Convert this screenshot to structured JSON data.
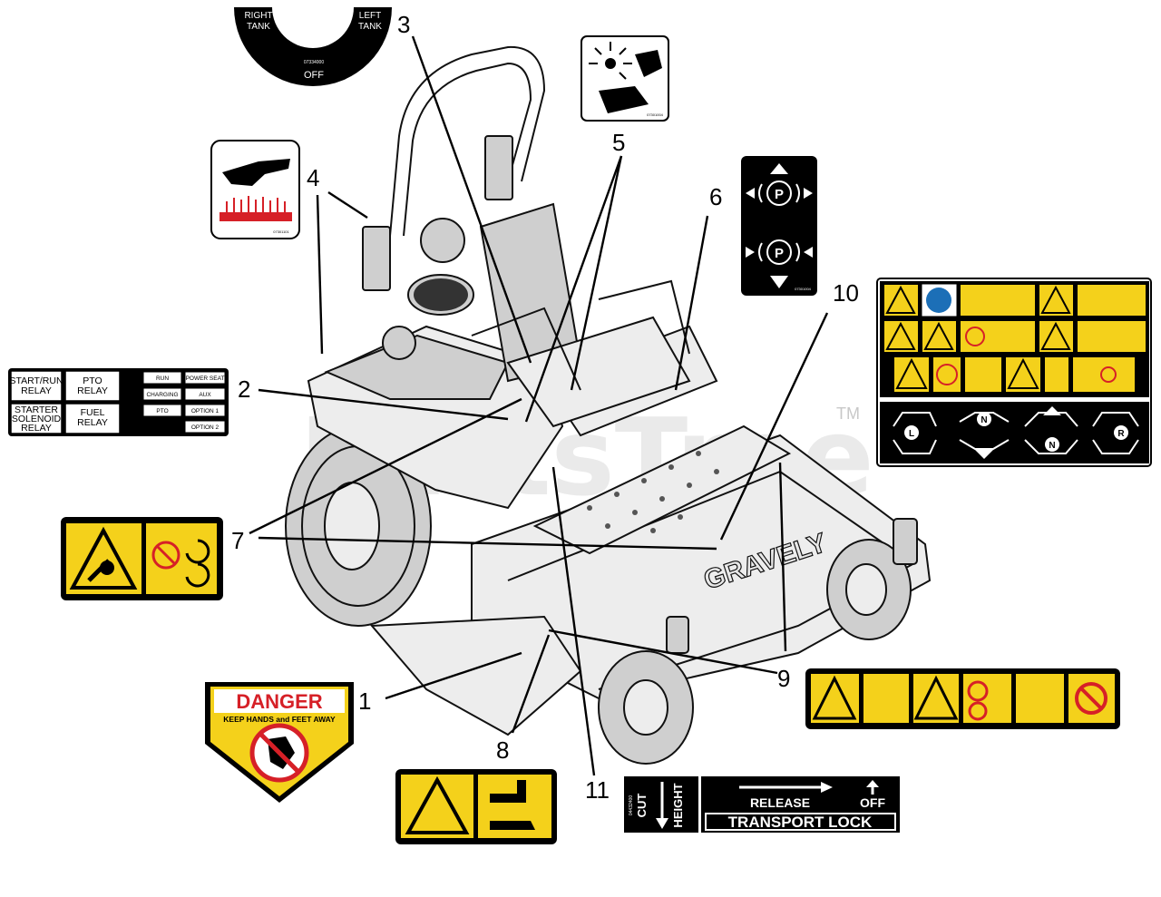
{
  "watermark": {
    "text": "PartsTree",
    "tm": "TM"
  },
  "callouts": [
    {
      "id": "1",
      "text": "1"
    },
    {
      "id": "2",
      "text": "2"
    },
    {
      "id": "3",
      "text": "3"
    },
    {
      "id": "4",
      "text": "4"
    },
    {
      "id": "5",
      "text": "5"
    },
    {
      "id": "6",
      "text": "6"
    },
    {
      "id": "7",
      "text": "7"
    },
    {
      "id": "8",
      "text": "8"
    },
    {
      "id": "9",
      "text": "9"
    },
    {
      "id": "10",
      "text": "10"
    },
    {
      "id": "11",
      "text": "11"
    }
  ],
  "tank_decal": {
    "right": "RIGHT\nTANK",
    "left": "LEFT\nTANK",
    "off": "OFF",
    "part_no": "07334000"
  },
  "hot_decal": {
    "part_no": "07301101"
  },
  "entangle_decal": {
    "part_no": "07301004"
  },
  "brake_decal": {
    "part_no": "07301004"
  },
  "relay_decal": {
    "cells": [
      {
        "text": "START/RUN\nRELAY"
      },
      {
        "text": "PTO\nRELAY"
      },
      {
        "text": "STARTER\nSOLENOID\nRELAY"
      },
      {
        "text": "FUEL\nRELAY"
      }
    ],
    "fuses": [
      {
        "text": "RUN"
      },
      {
        "text": "POWER SEAT"
      },
      {
        "text": "CHARGING"
      },
      {
        "text": "AUX"
      },
      {
        "text": "PTO"
      },
      {
        "text": "OPTION 1"
      },
      {
        "text": "OPTION 2"
      }
    ]
  },
  "danger_decal": {
    "title": "DANGER",
    "subtitle": "KEEP HANDS and FEET AWAY"
  },
  "height_decal": {
    "cut": "CUT",
    "height": "HEIGHT",
    "part_no": "04432400"
  },
  "transport_decal": {
    "release": "RELEASE",
    "off": "OFF",
    "title": "TRANSPORT LOCK"
  },
  "machine": {
    "brand": "GRAVELY"
  },
  "colors": {
    "decal_yellow": "#f4d11b",
    "danger_red": "#d62027",
    "black": "#000000"
  }
}
